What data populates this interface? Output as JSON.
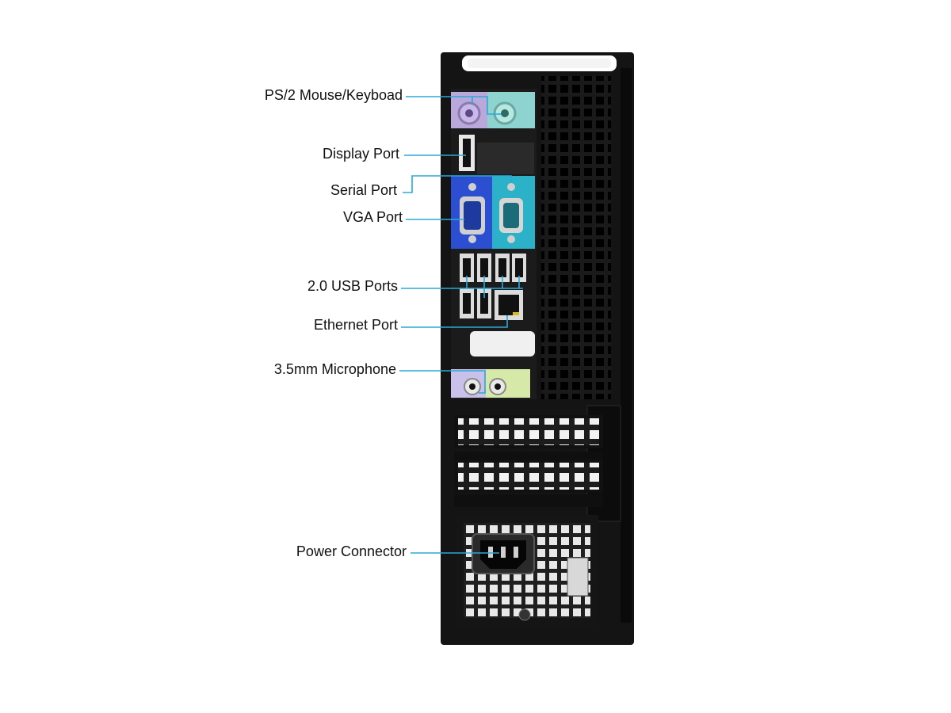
{
  "colors": {
    "leader_line": "#2aa9d8",
    "chassis": "#141414",
    "ps2_panel": "#b9a8d9",
    "ps2_panel_b": "#8fd3d0",
    "serial_panel": "#2bb2c8",
    "vga_panel": "#2c4fd1",
    "audio_panel": "#c9c1ea",
    "audio_panel_b": "#d7e9a8"
  },
  "callouts": [
    {
      "id": "ps2",
      "text": "PS/2 Mouse/Keyboad"
    },
    {
      "id": "displayport",
      "text": "Display Port"
    },
    {
      "id": "serial",
      "text": "Serial Port"
    },
    {
      "id": "vga",
      "text": "VGA Port"
    },
    {
      "id": "usb",
      "text": "2.0 USB Ports"
    },
    {
      "id": "ethernet",
      "text": "Ethernet Port"
    },
    {
      "id": "mic",
      "text": "3.5mm Microphone"
    },
    {
      "id": "power",
      "text": "Power Connector"
    }
  ],
  "icons": [
    "ps2-port-icon",
    "displayport-icon",
    "vga-port-icon",
    "serial-port-icon",
    "usb-port-icon",
    "ethernet-port-icon",
    "audio-jack-icon",
    "power-inlet-icon",
    "vent-grille-icon"
  ]
}
